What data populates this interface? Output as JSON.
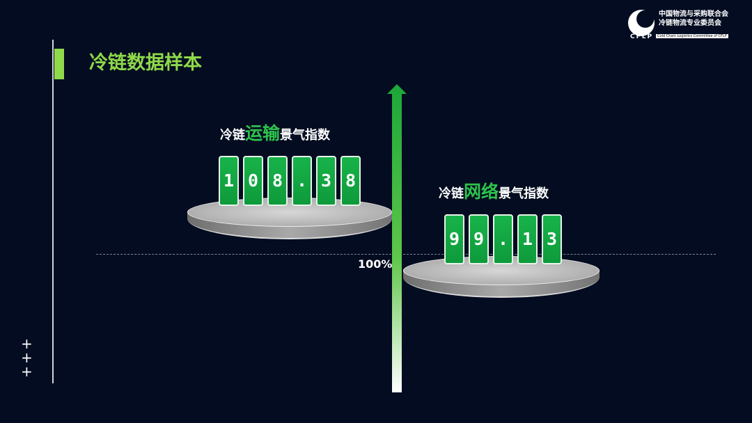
{
  "header": {
    "title": "冷链数据样本"
  },
  "logo": {
    "line1": "中国物流与采购联合会",
    "line2": "冷链物流专业委员会",
    "abbr": "CFLP",
    "english": "Cold Chain Logistics Committee of CFLP"
  },
  "axis": {
    "baseline_label": "100%"
  },
  "left_index": {
    "prefix": "冷链",
    "highlight": "运输",
    "suffix": "景气指数",
    "value": "108.38",
    "digits": [
      "1",
      "0",
      "8",
      ".",
      "3",
      "8"
    ]
  },
  "right_index": {
    "prefix": "冷链",
    "highlight": "网络",
    "suffix": "景气指数",
    "value": "99.13",
    "digits": [
      "9",
      "9",
      ".",
      "1",
      "3"
    ]
  },
  "decor": {
    "plus": "+"
  },
  "colors": {
    "accent": "#8fd94a",
    "digit_green": "#18b34a",
    "background": "#030c20"
  }
}
